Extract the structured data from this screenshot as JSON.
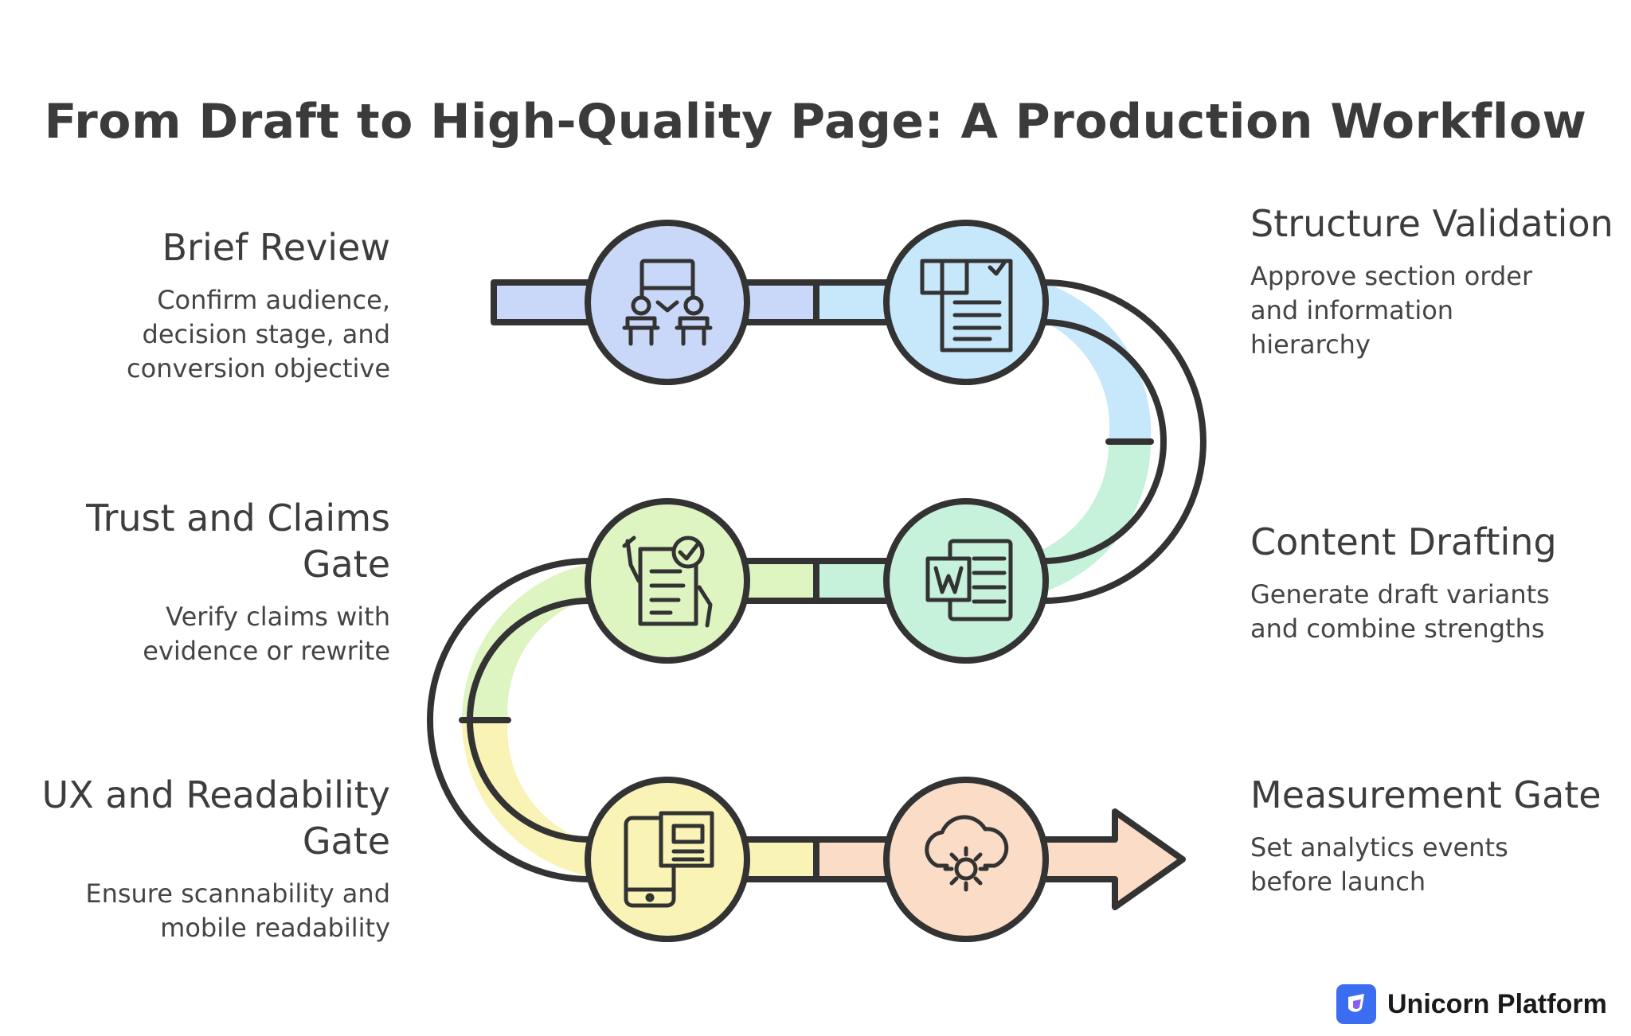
{
  "title": "From Draft to High-Quality Page: A Production Workflow",
  "steps": [
    {
      "id": "brief-review",
      "title": "Brief Review",
      "lines": [
        "Confirm audience,",
        "decision stage, and",
        "conversion objective"
      ],
      "icon": "meeting-icon",
      "color": "#c9d8f8"
    },
    {
      "id": "structure-validation",
      "title": "Structure Validation",
      "lines": [
        "Approve section order",
        "and information",
        "hierarchy"
      ],
      "icon": "document-check-icon",
      "color": "#c7e8fb"
    },
    {
      "id": "content-drafting",
      "title": "Content Drafting",
      "lines": [
        "Generate draft variants",
        "and combine strengths"
      ],
      "icon": "word-doc-icon",
      "color": "#c6f2dc"
    },
    {
      "id": "trust-claims-gate",
      "title": "Trust and Claims Gate",
      "lines": [
        "Verify claims with",
        "evidence or rewrite"
      ],
      "icon": "checklist-icon",
      "color": "#def5c2"
    },
    {
      "id": "ux-readability-gate",
      "title": "UX and Readability Gate",
      "lines": [
        "Ensure scannability and",
        "mobile readability"
      ],
      "icon": "mobile-document-icon",
      "color": "#f9f3b6"
    },
    {
      "id": "measurement-gate",
      "title": "Measurement Gate",
      "lines": [
        "Set analytics events",
        "before launch"
      ],
      "icon": "cloud-gear-icon",
      "color": "#fadcc7"
    }
  ],
  "brand": {
    "name": "Unicorn Platform",
    "logo_color": "#3b6df0"
  }
}
